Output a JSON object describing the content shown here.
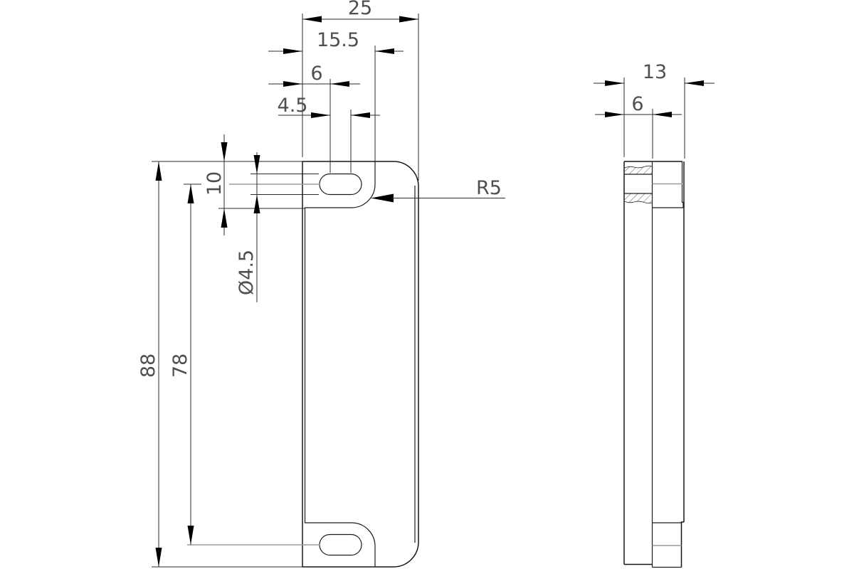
{
  "front_view": {
    "dims": {
      "overall_width": "25",
      "slot_right_offset": "15.5",
      "slot_center_offset": "6",
      "slot_centers_distance": "4.5",
      "tab_height": "10",
      "slot_diameter": "Ø4.5",
      "overall_height": "88",
      "slot_vertical_spacing": "78",
      "fillet_radius": "R5"
    }
  },
  "side_view": {
    "dims": {
      "overall_depth": "13",
      "plate_thickness": "6"
    }
  },
  "style": {
    "background": "#ffffff",
    "line_color": "#161616",
    "dimension_text_color": "#4f4f4f",
    "centerline_color": "#9a9a9a"
  }
}
